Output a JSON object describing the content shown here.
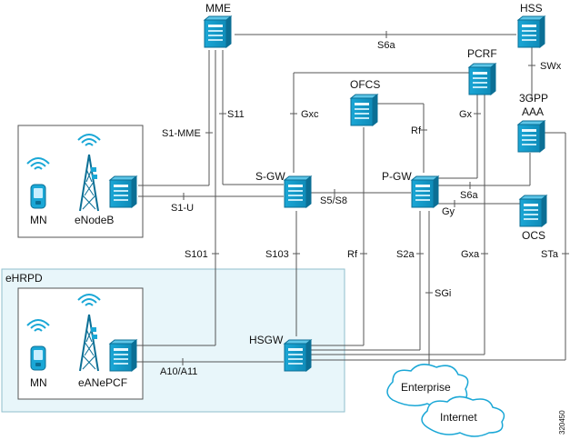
{
  "nodes": {
    "mme": "MME",
    "hss": "HSS",
    "pcrf": "PCRF",
    "ofcs": "OFCS",
    "aaa_line1": "3GPP",
    "aaa_line2": "AAA",
    "sgw": "S-GW",
    "pgw": "P-GW",
    "ocs": "OCS",
    "hsgw": "HSGW",
    "mn_top": "MN",
    "enodeb": "eNodeB",
    "mn_bottom": "MN",
    "eanepcf": "eANePCF",
    "enterprise": "Enterprise",
    "internet": "Internet"
  },
  "regions": {
    "ehrpd": "eHRPD"
  },
  "interfaces": {
    "s6a_top": "S6a",
    "swx": "SWx",
    "s11": "S11",
    "s1mme": "S1-MME",
    "gxc": "Gxc",
    "gx": "Gx",
    "rf_top": "Rf",
    "s1u": "S1-U",
    "s5s8": "S5/S8",
    "s6a_pgw": "S6a",
    "gy": "Gy",
    "s101": "S101",
    "s103": "S103",
    "rf_bottom": "Rf",
    "s2a": "S2a",
    "gxa": "Gxa",
    "sta": "STa",
    "sgi": "SGi",
    "a10a11": "A10/A11"
  },
  "figure_id": "320450",
  "colors": {
    "device": "#1aa7d6",
    "device_dark": "#0b6f95",
    "region_fill": "#e8f6fa",
    "region_stroke": "#8fbfcc",
    "line": "#555555"
  }
}
